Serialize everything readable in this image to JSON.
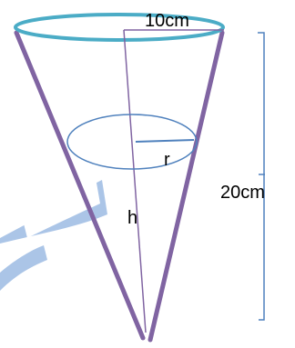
{
  "diagram": {
    "top_radius_label": "10cm",
    "height_label": "20cm",
    "inner_radius_label": "r",
    "inner_height_label": "h"
  },
  "colors": {
    "cone_edge": "#8064A2",
    "rim": "#4BACC6",
    "inner_circle": "#4F81BD",
    "radius_line": "#4F81BD",
    "height_line": "#8064A2",
    "bracket": "#4F81BD",
    "watermark": "#9DBBE3",
    "text": "#000000"
  }
}
